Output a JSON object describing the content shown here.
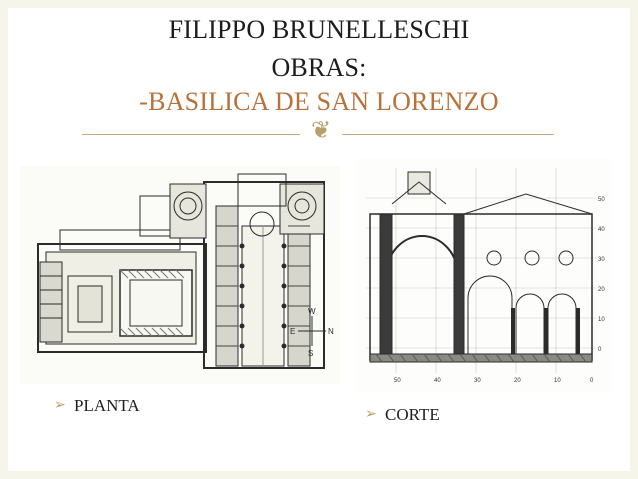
{
  "slide": {
    "title_line1": "FILIPPO BRUNELLESCHI",
    "title_line2": "OBRAS:",
    "title_line3": "-BASILICA DE SAN LORENZO",
    "ornament_icon": "fleuron-icon",
    "accent_color": "#b9703a",
    "ornament_color": "#b9a06a"
  },
  "images": {
    "plan": {
      "compass_n": "N",
      "compass_s": "S",
      "compass_e": "E",
      "compass_w": "W"
    },
    "section": {
      "scale_right": [
        "50",
        "40",
        "30",
        "20",
        "10",
        "0"
      ],
      "scale_bottom": [
        "50",
        "40",
        "30",
        "20",
        "10",
        "0"
      ]
    }
  },
  "bullets": [
    {
      "icon": "bullet-arrow-icon",
      "label": "PLANTA"
    },
    {
      "icon": "bullet-arrow-icon",
      "label": "CORTE"
    }
  ]
}
